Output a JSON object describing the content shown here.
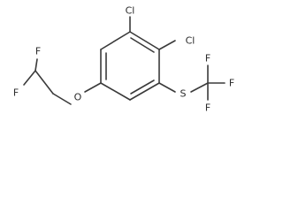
{
  "molecule": {
    "atoms": {
      "cl_top": "Cl",
      "cl_right": "Cl",
      "f_top": "F",
      "f_bottom": "F",
      "o": "O",
      "s": "S",
      "f_cf3_top": "F",
      "f_cf3_right": "F",
      "f_cf3_bottom": "F"
    }
  }
}
